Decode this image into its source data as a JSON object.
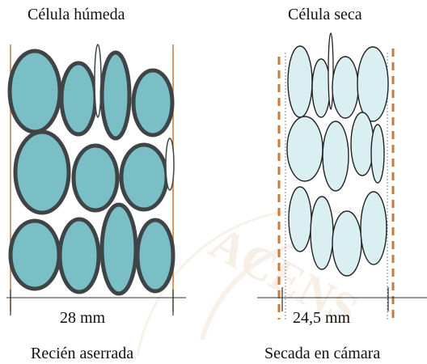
{
  "labels": {
    "wet_title": "Célula húmeda",
    "dry_title": "Célula seca",
    "wet_width": "28 mm",
    "dry_width": "24,5 mm",
    "wet_caption": "Recién aserrada",
    "dry_caption": "Secada en cámara"
  },
  "watermark": {
    "text": "ACENS"
  },
  "colors": {
    "wet_cell_fill": "#7bbfc6",
    "wet_cell_stroke": "#3f4446",
    "dry_cell_fill": "#d9eff2",
    "dry_cell_stroke": "#222222",
    "edge_orange": "#c97a3a",
    "watermark": "#f2e1d0"
  }
}
